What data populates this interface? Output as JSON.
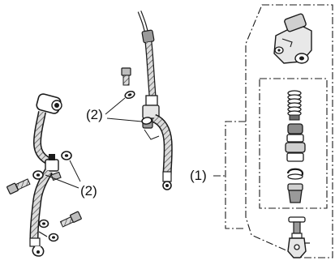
{
  "diagram": {
    "callouts": {
      "washer_upper": "(2)",
      "washer_lower": "(2)",
      "master_cylinder_assembly": "(1)"
    },
    "colors": {
      "line": "#1a1a1a",
      "fill_light": "#ffffff",
      "fill_gray": "#cfcfcf",
      "fill_dark": "#6b6b6b"
    }
  }
}
